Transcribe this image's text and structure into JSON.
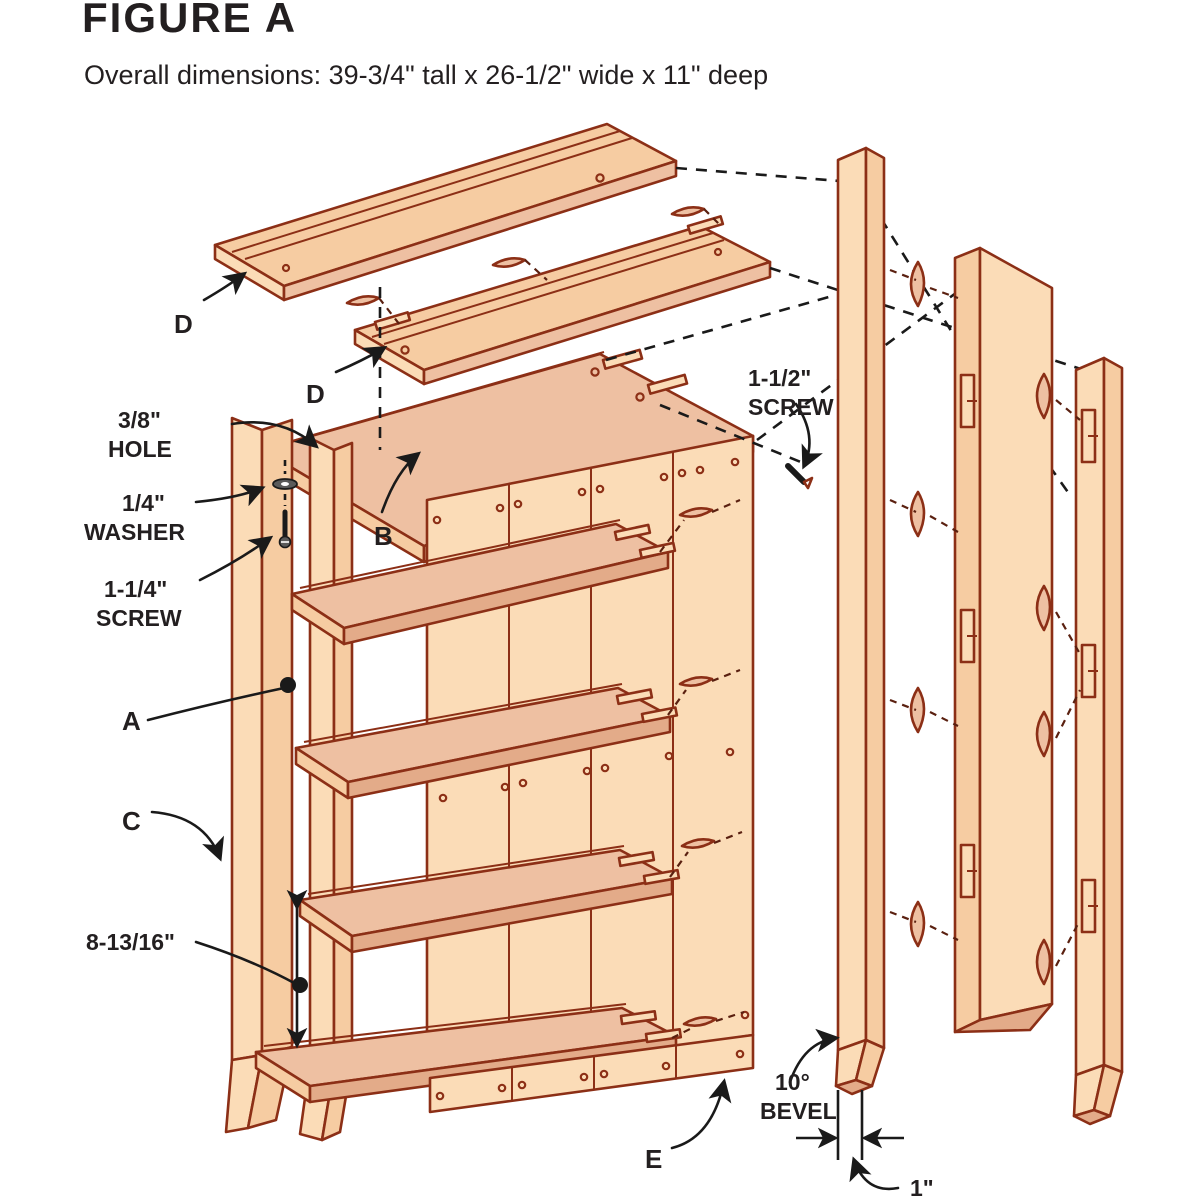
{
  "figure": {
    "title": "FIGURE A",
    "subtitle": "Overall dimensions: 39-3/4\" tall x 26-1/2\" wide x 11\" deep"
  },
  "callouts": {
    "hole": {
      "line1": "3/8\"",
      "line2": "HOLE"
    },
    "washer": {
      "line1": "1/4\"",
      "line2": "WASHER"
    },
    "screw_small": {
      "line1": "1-1/4\"",
      "line2": "SCREW"
    },
    "screw_large": {
      "line1": "1-1/2\"",
      "line2": "SCREW"
    },
    "shelf_spacing": "8-13/16\"",
    "bevel": {
      "line1": "10°",
      "line2": "BEVEL"
    },
    "leg_width": "1\""
  },
  "part_labels": {
    "a": "A",
    "b": "B",
    "c": "C",
    "d_top": "D",
    "d_second": "D",
    "e": "E"
  },
  "colors": {
    "outline": "#8c2f16",
    "wood_light": "#fbdcb7",
    "wood_mid": "#f6cca2",
    "wood_dark": "#eec0a2",
    "wood_shadow": "#e3ab89",
    "text": "#231f20",
    "background": "#ffffff"
  }
}
